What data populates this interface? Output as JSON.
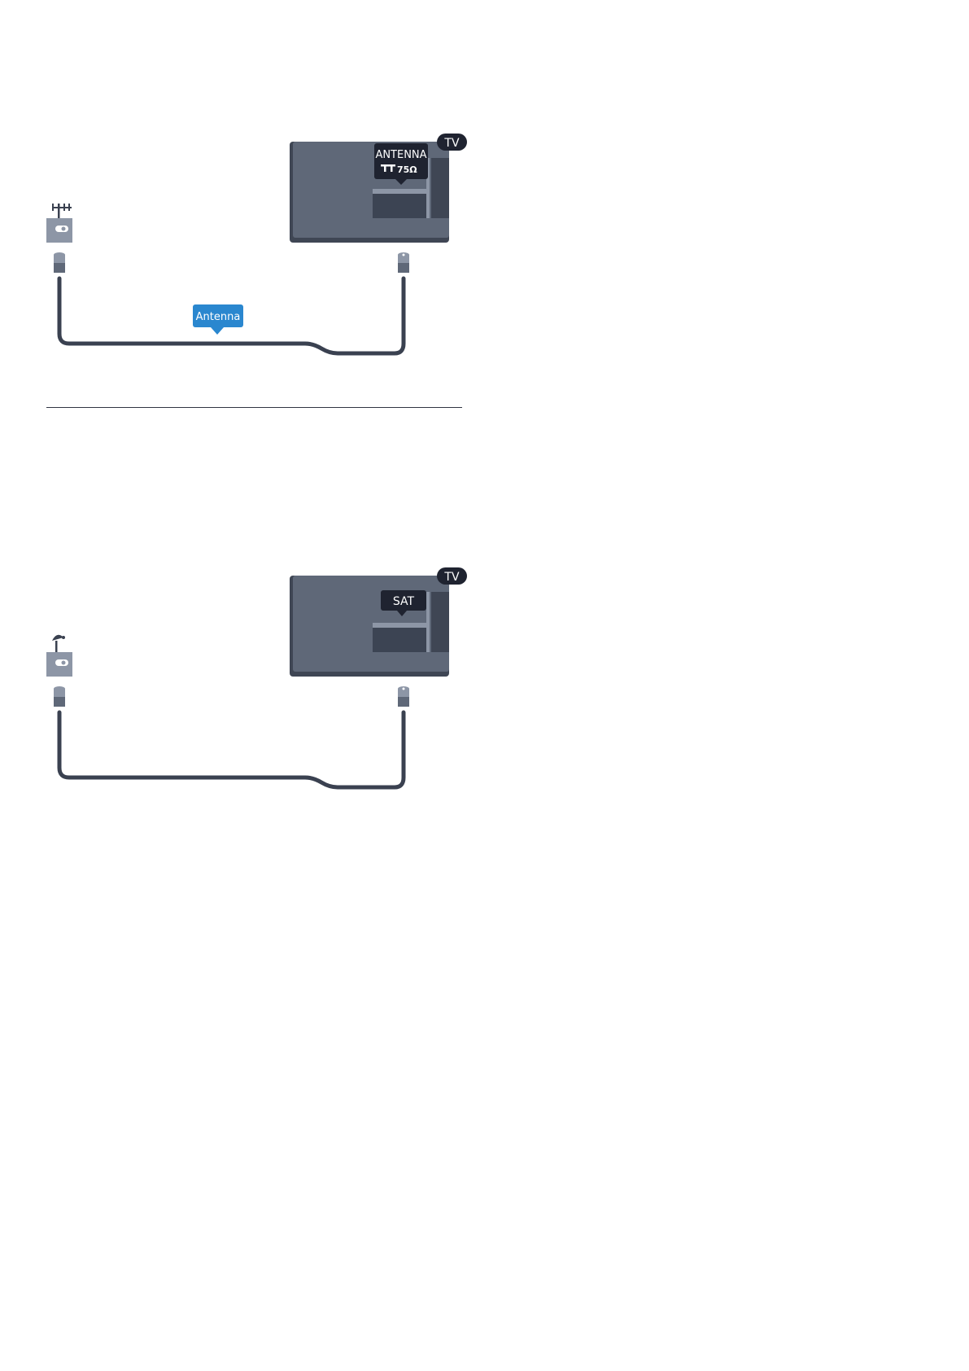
{
  "colors": {
    "tv_body": "#5f6878",
    "tv_shadow": "#3f4654",
    "panel_dark": "#3c4453",
    "panel_light": "#8d96a6",
    "label_bg": "#1f2330",
    "cable": "#3a4150",
    "connector": "#8d96a6",
    "callout_blue": "#2a87cf",
    "wall_plate": "#8d96a6"
  },
  "diagram_antenna": {
    "tv_badge": "TV",
    "port_label_line1": "ANTENNA",
    "port_label_line2": "75Ω",
    "cable_callout": "Antenna",
    "source_icon": "terrestrial-antenna-icon"
  },
  "diagram_sat": {
    "tv_badge": "TV",
    "port_label": "SAT",
    "source_icon": "satellite-dish-icon"
  }
}
